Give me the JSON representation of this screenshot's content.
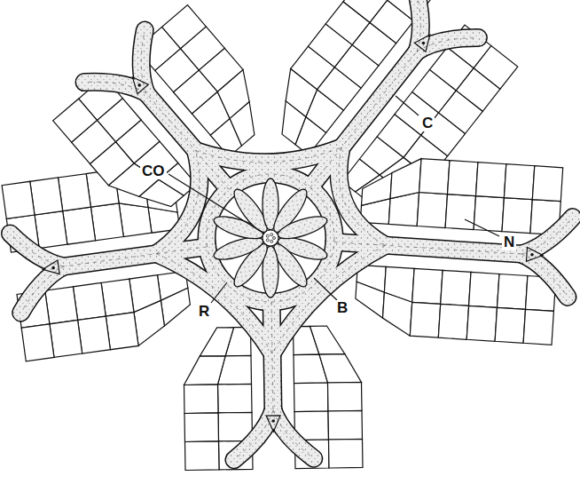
{
  "diagram": {
    "labels": [
      "CO",
      "C",
      "N",
      "R",
      "B"
    ]
  }
}
